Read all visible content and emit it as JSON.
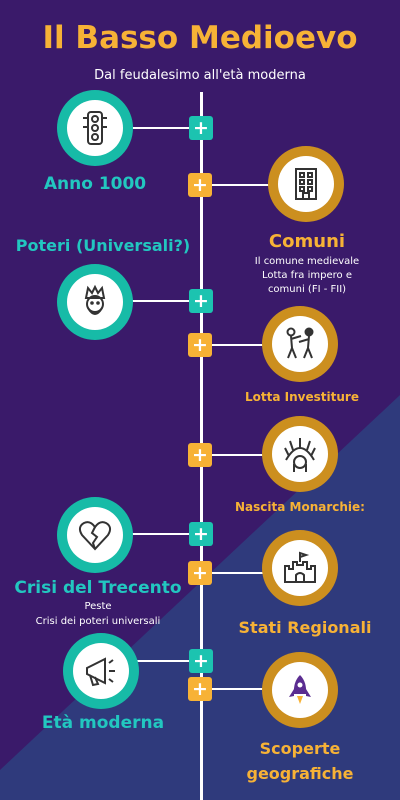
{
  "title": "Il Basso Medioevo",
  "subtitle": "Dal feudalesimo all'età moderna",
  "colors": {
    "background": "#3a1a6a",
    "background_lower": "#2f3a7c",
    "teal": "#1cc3b0",
    "gold": "#f7b236",
    "line": "#ffffff"
  },
  "plus_symbol": "+",
  "nodes": [
    {
      "label": "Anno 1000",
      "side": "left",
      "color": "teal",
      "icon": "traffic-light-icon"
    },
    {
      "label": "Comuni",
      "side": "right",
      "color": "gold",
      "icon": "building-icon",
      "desc": [
        "Il comune medievale",
        "Lotta fra impero e",
        "comuni (FI - FII)"
      ]
    },
    {
      "label": "Poteri (Universali?)",
      "side": "left",
      "color": "teal",
      "icon": "king-icon"
    },
    {
      "label": "Lotta  Investiture",
      "side": "right",
      "color": "gold",
      "icon": "fighting-figures-icon"
    },
    {
      "label": "Nascita Monarchie:",
      "side": "right",
      "color": "gold",
      "icon": "headdress-icon"
    },
    {
      "label": "Crisi del Trecento",
      "side": "left",
      "color": "teal",
      "icon": "broken-heart-icon",
      "desc": [
        "Peste",
        "Crisi dei poteri universali"
      ]
    },
    {
      "label": "Stati Regionali",
      "side": "right",
      "color": "gold",
      "icon": "castle-icon"
    },
    {
      "label": "Età moderna",
      "side": "left",
      "color": "teal",
      "icon": "megaphone-icon"
    },
    {
      "label": "Scoperte geografiche",
      "side": "right",
      "color": "gold",
      "icon": "rocket-icon"
    }
  ]
}
